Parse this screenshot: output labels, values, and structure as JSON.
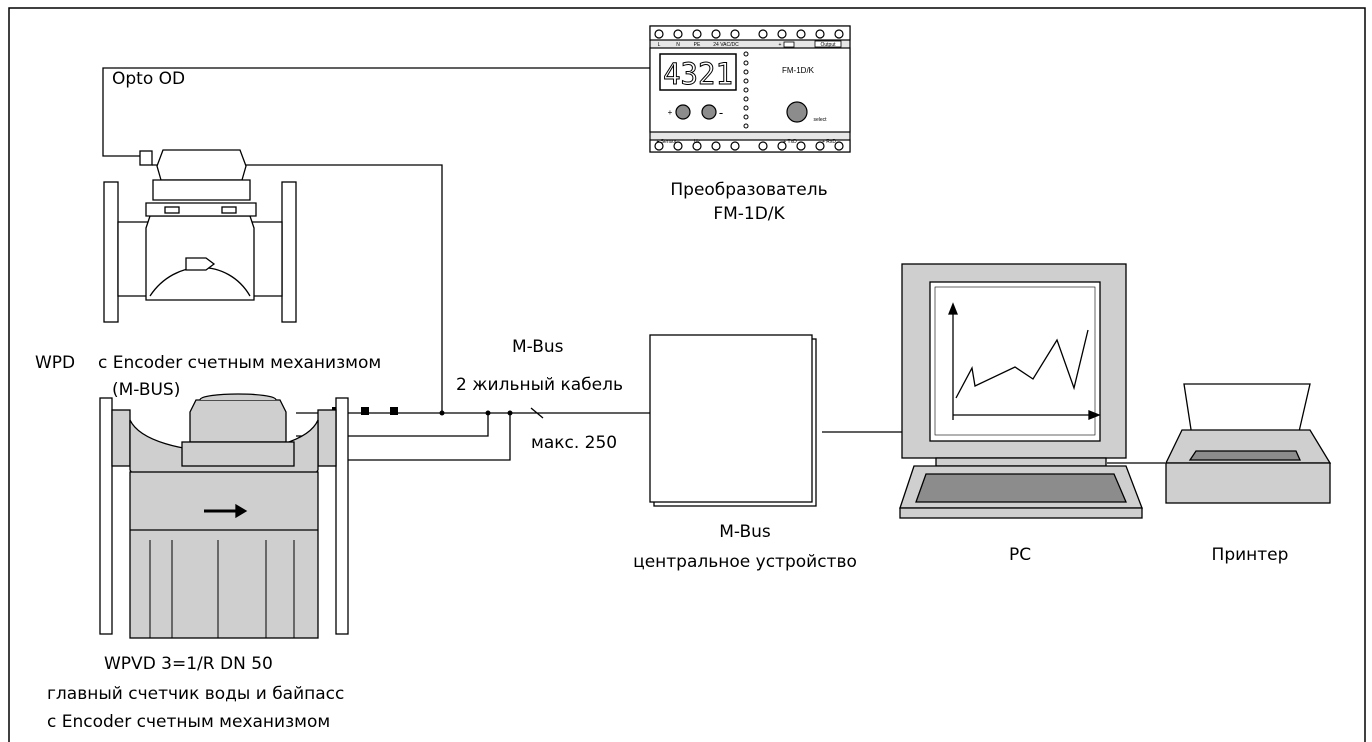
{
  "labels": {
    "opto": "Opto OD",
    "converter_name": "Преобразователь",
    "converter_model": "FM-1D/K",
    "wpd": "WPD",
    "wpd_desc1": "с Encoder счетным механизмом",
    "wpd_desc2": "(M-BUS)",
    "mbus": "M-Bus",
    "cable": "2 жильный кабель",
    "max": "макс. 250",
    "central1": "M-Bus",
    "central2": "центральное устройство",
    "pc": "PC",
    "printer": "Принтер",
    "wpvd_title": "WPVD  3=1/R DN 50",
    "wpvd_desc1": "главный счетчик воды и байпасс",
    "wpvd_desc2": "с Encoder счетным механизмом"
  },
  "device": {
    "display": "4321",
    "model": "FM-1D/K",
    "plus": "+",
    "minus": "-",
    "select": "select",
    "top_terminals": [
      "L",
      "N",
      "PE",
      "24 VAC/DC",
      "+",
      "Output"
    ],
    "bottom_terminals": [
      "+ Sensor -",
      "Uz",
      "+ TxD",
      "+ RxD"
    ]
  },
  "colors": {
    "line": "#000000",
    "background": "#ffffff",
    "grey_dark": "#8c8c8c",
    "grey_light": "#cfcfcf"
  }
}
